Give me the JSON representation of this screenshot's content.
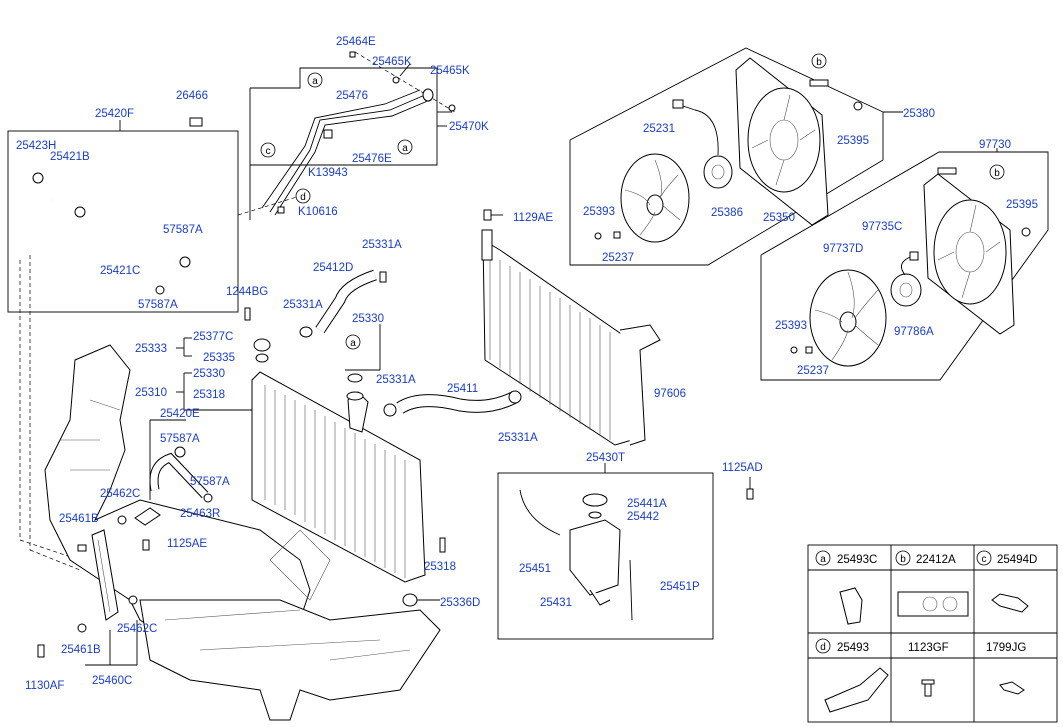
{
  "labels": {
    "l25464E": "25464E",
    "l25465K_a": "25465K",
    "l25465K_b": "25465K",
    "l26466": "26466",
    "l25476_a": "25476",
    "l25470K": "25470K",
    "l25420F": "25420F",
    "l25423H": "25423H",
    "l25421B": "25421B",
    "l25476E": "25476E",
    "lK13943": "K13943",
    "lK10616": "K10616",
    "l57587A_1": "57587A",
    "l25421C": "25421C",
    "l57587A_2": "57587A",
    "l25331A_1": "25331A",
    "l25412D": "25412D",
    "l1244BG": "1244BG",
    "l25331A_2": "25331A",
    "l25330_1": "25330",
    "l25377C": "25377C",
    "l25333": "25333",
    "l25335": "25335",
    "l25330_2": "25330",
    "l25331A_3": "25331A",
    "l25310": "25310",
    "l25318_1": "25318",
    "l25411": "25411",
    "l25420E": "25420E",
    "l57587A_3": "57587A",
    "l25331A_4": "25331A",
    "l57587A_4": "57587A",
    "l25462C_1": "25462C",
    "l25461B_1": "25461B",
    "l25463R": "25463R",
    "l1125AE": "1125AE",
    "l25318_2": "25318",
    "l25336D": "25336D",
    "l25462C_2": "25462C",
    "l25461B_2": "25461B",
    "l1130AF": "1130AF",
    "l25460C": "25460C",
    "l1129AE": "1129AE",
    "l97606": "97606",
    "l25231": "25231",
    "l25380": "25380",
    "l25395_1": "25395",
    "l25393_1": "25393",
    "l25386": "25386",
    "l25350": "25350",
    "l25237_1": "25237",
    "l97730": "97730",
    "l25395_2": "25395",
    "l97735C": "97735C",
    "l97737D": "97737D",
    "l25393_2": "25393",
    "l97786A": "97786A",
    "l25237_2": "25237",
    "l25430T": "25430T",
    "l1125AD": "1125AD",
    "l25441A": "25441A",
    "l25442": "25442",
    "l25451": "25451",
    "l25451P": "25451P",
    "l25431": "25431"
  },
  "callouts": {
    "a": "a",
    "b": "b",
    "c": "c",
    "d": "d"
  },
  "legend": {
    "cells": [
      {
        "letter": "a",
        "code": "25493C"
      },
      {
        "letter": "b",
        "code": "22412A"
      },
      {
        "letter": "c",
        "code": "25494D"
      },
      {
        "letter": "d",
        "code": "25493"
      },
      {
        "letter": "",
        "code": "1123GF"
      },
      {
        "letter": "",
        "code": "1799JG"
      }
    ]
  }
}
